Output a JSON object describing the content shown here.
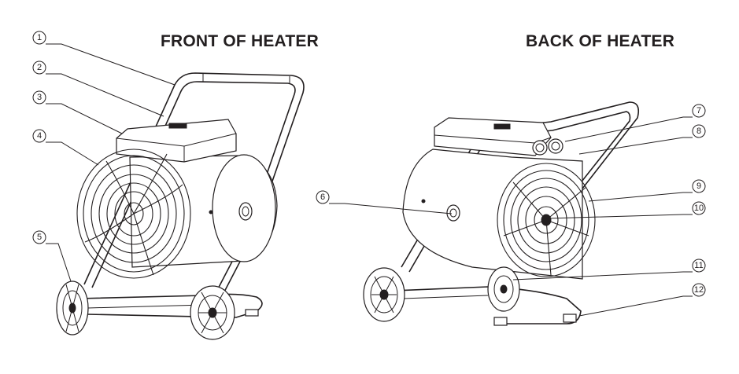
{
  "titles": {
    "front": "FRONT OF HEATER",
    "back": "BACK OF HEATER"
  },
  "callouts": [
    {
      "id": "1",
      "label": "1"
    },
    {
      "id": "2",
      "label": "2"
    },
    {
      "id": "3",
      "label": "3"
    },
    {
      "id": "4",
      "label": "4"
    },
    {
      "id": "5",
      "label": "5"
    },
    {
      "id": "6",
      "label": "6"
    },
    {
      "id": "7",
      "label": "7"
    },
    {
      "id": "8",
      "label": "8"
    },
    {
      "id": "9",
      "label": "9"
    },
    {
      "id": "10",
      "label": "10"
    },
    {
      "id": "11",
      "label": "11"
    },
    {
      "id": "12",
      "label": "12"
    }
  ],
  "colors": {
    "ink": "#231f20",
    "background": "#ffffff"
  }
}
